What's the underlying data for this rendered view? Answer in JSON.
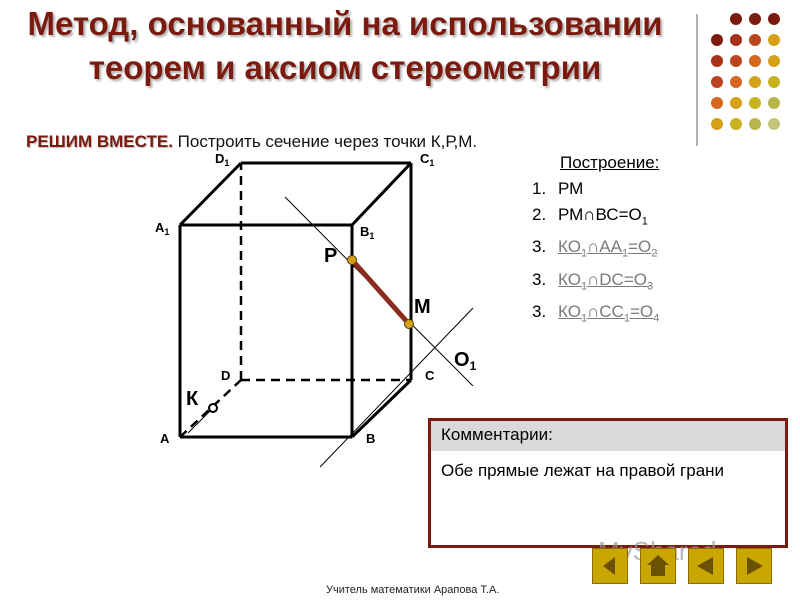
{
  "title": "Метод, основанный на использовании теорем и аксиом стереометрии",
  "task": {
    "lead": "РЕШИМ ВМЕСТЕ.",
    "text": " Построить сечение через точки К,Р,М."
  },
  "labels": {
    "A": "A",
    "B": "B",
    "C": "C",
    "D": "D",
    "A1": "A",
    "B1": "B",
    "C1": "C",
    "D1": "D",
    "sub1": "1",
    "K": "К",
    "P": "Р",
    "M": "М",
    "O1": "О"
  },
  "steps": {
    "header": "Построение:",
    "items": [
      {
        "num": "1.",
        "text": "РМ"
      },
      {
        "num": "2.",
        "text": "РМ∩ВС=О"
      },
      {
        "num": "3.",
        "text": "КО∩АА=О"
      },
      {
        "num": "3.",
        "text": "КО∩DC=О"
      },
      {
        "num": "3.",
        "text": "КО∩CC=О"
      }
    ],
    "subs": {
      "one": "1",
      "two": "2",
      "three": "3",
      "four": "4"
    }
  },
  "comment": {
    "header": "Комментарии:",
    "body": "Обе прямые лежат на правой грани"
  },
  "watermark": "MyShared",
  "footer": "Учитель математики Арапова Т.А.",
  "colors": {
    "accent": "#7b1b10",
    "segment": "#8b2b1b",
    "dot_fill": "#d4a017",
    "nav_button": "#c9a600"
  },
  "icons": [
    "back-arrow-icon",
    "home-icon",
    "prev-arrow-icon",
    "next-arrow-icon"
  ]
}
